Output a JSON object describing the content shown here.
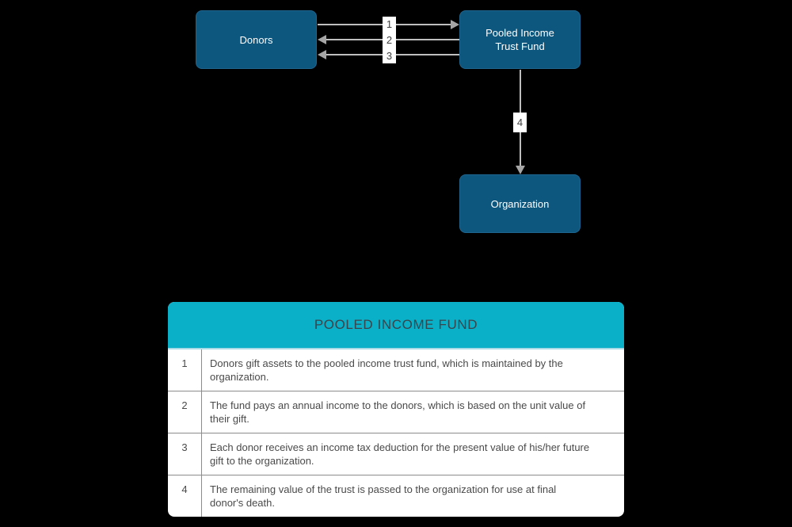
{
  "diagram": {
    "nodes": [
      {
        "id": "donors",
        "label": "Donors"
      },
      {
        "id": "pooled-income-trust-fund",
        "label": "Pooled Income Trust Fund"
      },
      {
        "id": "organization",
        "label": "Organization"
      }
    ],
    "edges": [
      {
        "label": "1",
        "from": "donors",
        "to": "pooled-income-trust-fund",
        "direction": "right"
      },
      {
        "label": "2",
        "from": "pooled-income-trust-fund",
        "to": "donors",
        "direction": "left"
      },
      {
        "label": "3",
        "from": "pooled-income-trust-fund",
        "to": "donors",
        "direction": "left"
      },
      {
        "label": "4",
        "from": "pooled-income-trust-fund",
        "to": "organization",
        "direction": "down"
      }
    ],
    "colors": {
      "node_fill": "#0d567e",
      "node_text": "#ffffff",
      "arrow_line": "#bfbfbf",
      "arrow_head": "#a6a6a6",
      "edge_label_bg": "#ffffff",
      "edge_label_text": "#404040"
    }
  },
  "table": {
    "title": "POOLED INCOME FUND",
    "header_bg": "#0ab0c8",
    "header_text_color": "#3a444b",
    "rows": [
      {
        "num": "1",
        "text": "Donors gift assets to the pooled income trust fund, which is maintained by the organization."
      },
      {
        "num": "2",
        "text": "The fund pays an annual income to the donors, which is based on the unit value of their gift."
      },
      {
        "num": "3",
        "text": "Each donor receives an income tax deduction for the present value of his/her future gift to the organization."
      },
      {
        "num": "4",
        "text": "The remaining value of the trust is passed to the organization for use at final donor's death."
      }
    ]
  }
}
